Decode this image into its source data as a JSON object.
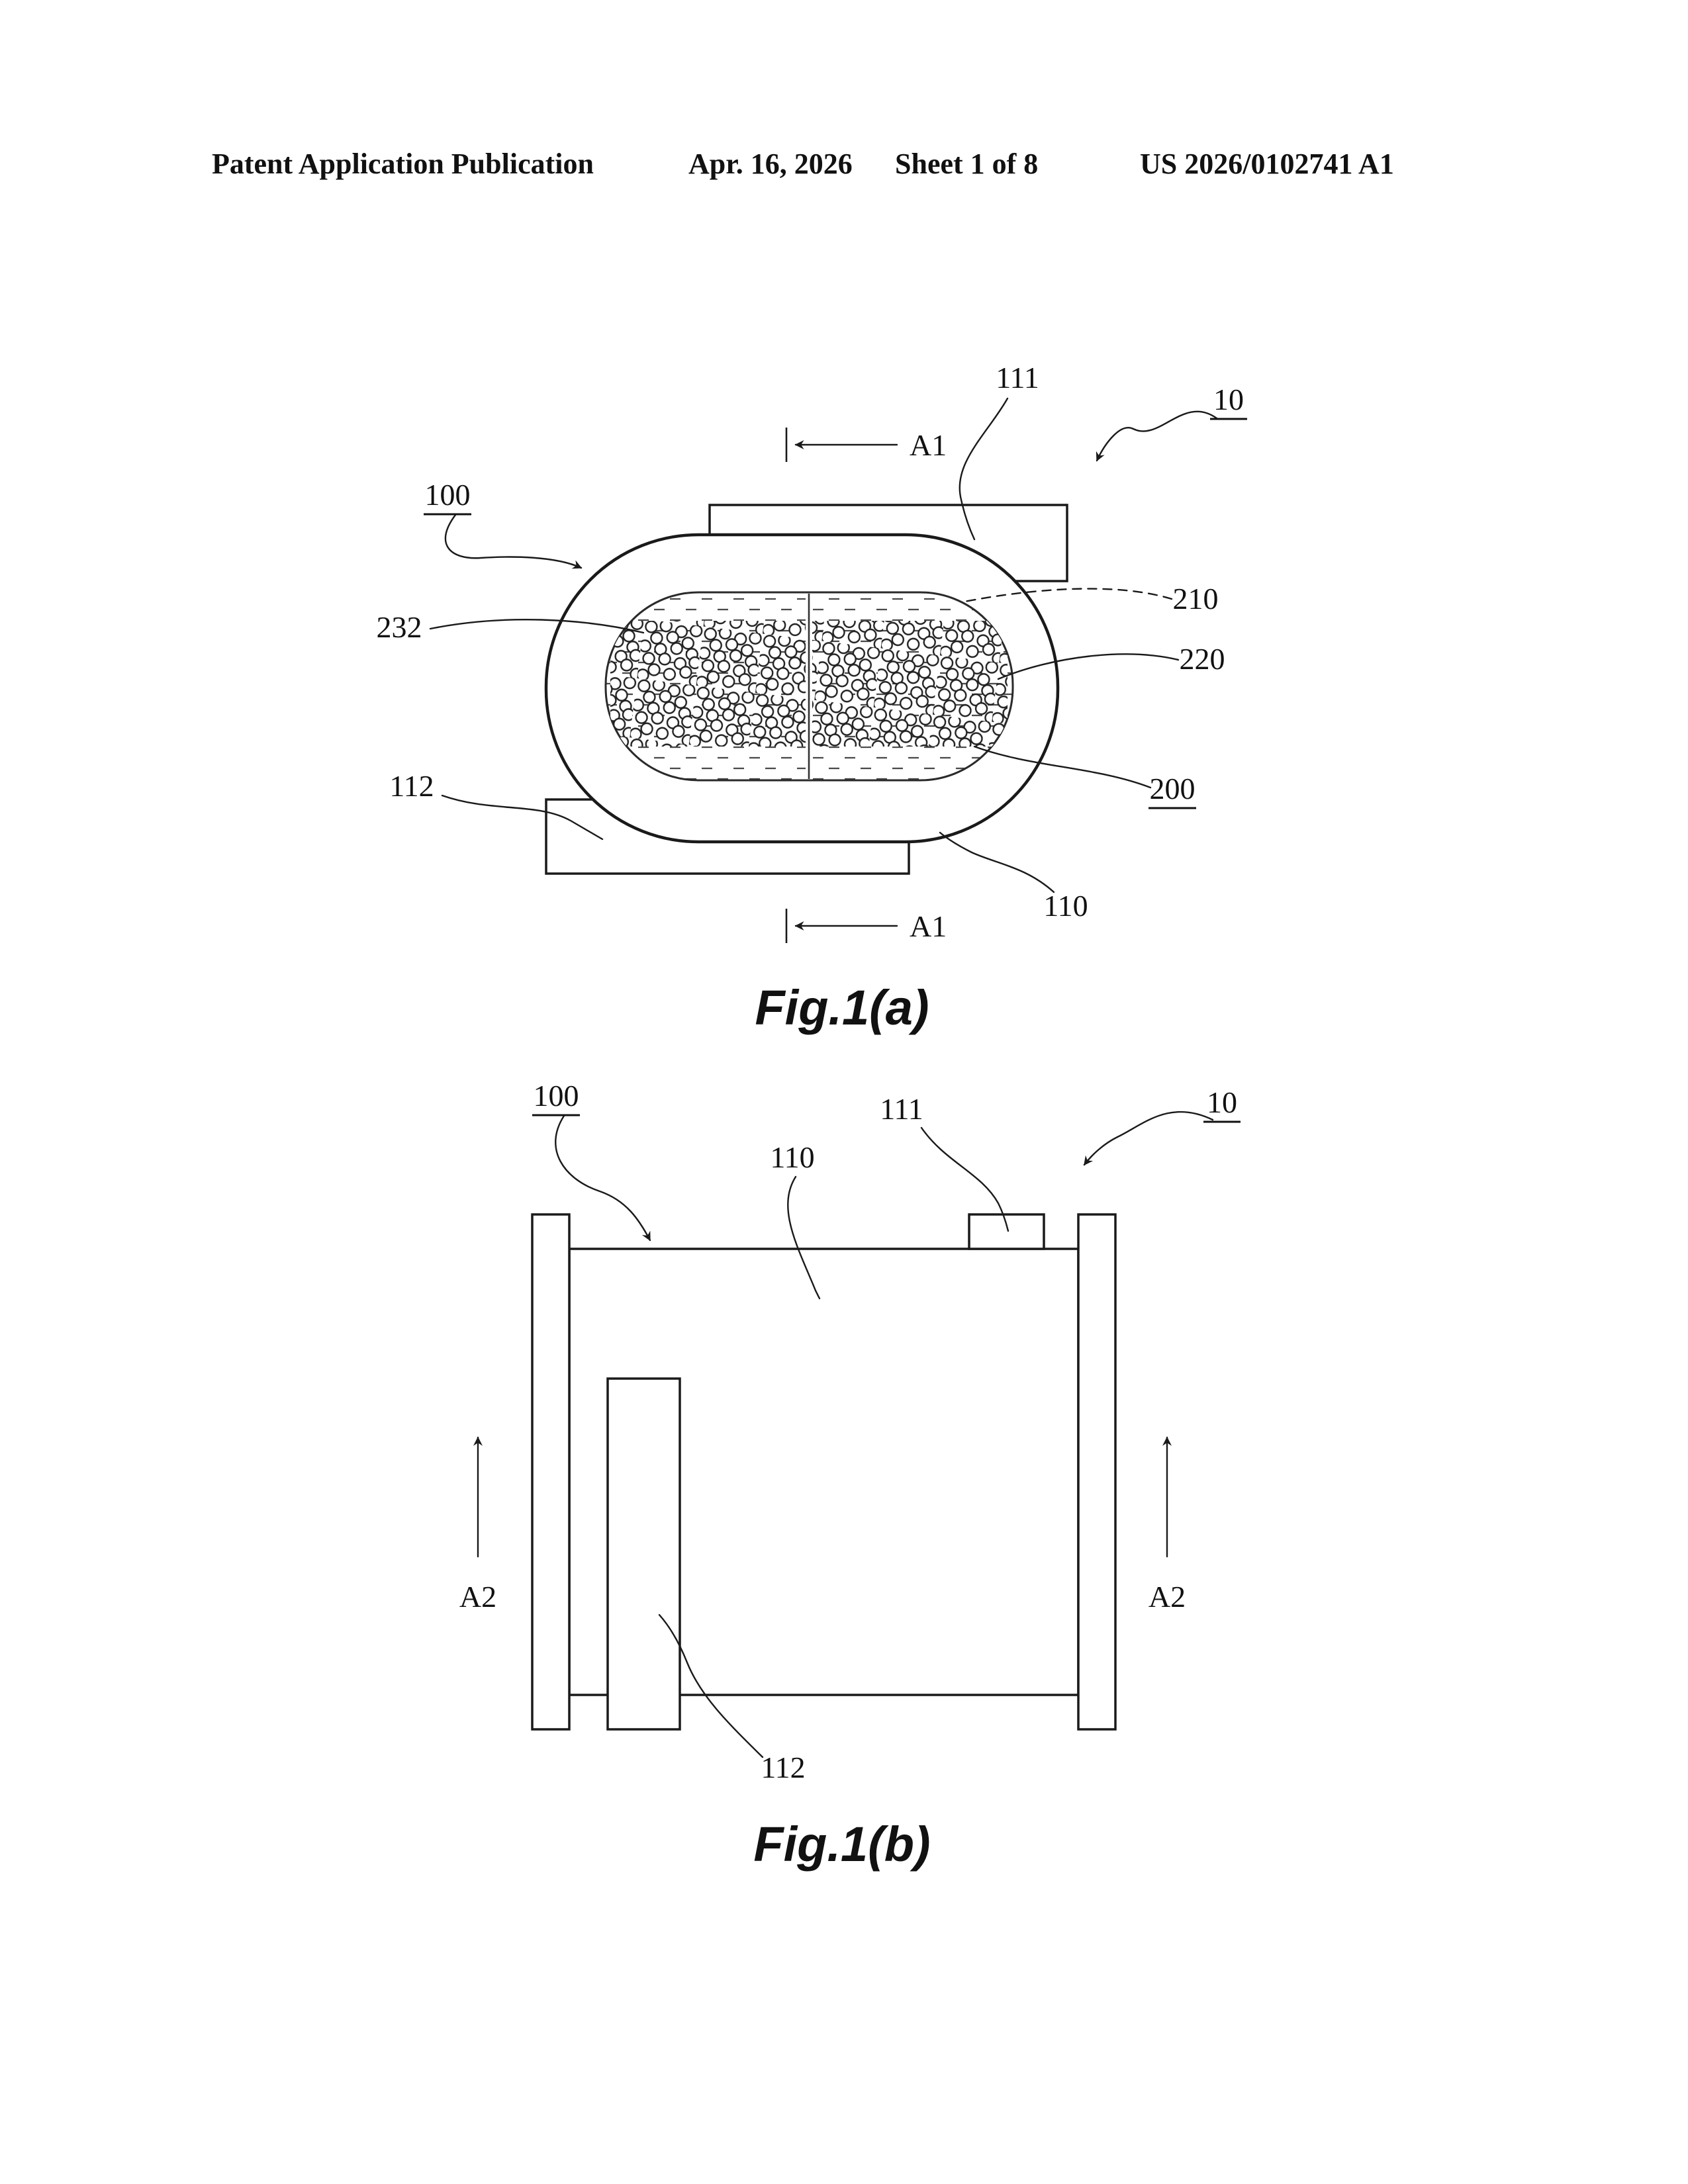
{
  "header": {
    "publication": "Patent Application Publication",
    "date": "Apr. 16, 2026",
    "sheet": "Sheet 1 of 8",
    "number": "US 2026/0102741 A1"
  },
  "fig_a": {
    "caption": "Fig.1(a)",
    "labels": {
      "ref_111": "111",
      "ref_10": "10",
      "section_a1_top": "A1",
      "ref_100": "100",
      "ref_232": "232",
      "ref_210": "210",
      "ref_220": "220",
      "ref_112": "112",
      "ref_200": "200",
      "ref_110": "110",
      "section_a1_bottom": "A1"
    }
  },
  "fig_b": {
    "caption": "Fig.1(b)",
    "labels": {
      "ref_100": "100",
      "ref_110": "110",
      "ref_111": "111",
      "ref_10": "10",
      "section_a2_left": "A2",
      "section_a2_right": "A2",
      "ref_112": "112"
    }
  }
}
